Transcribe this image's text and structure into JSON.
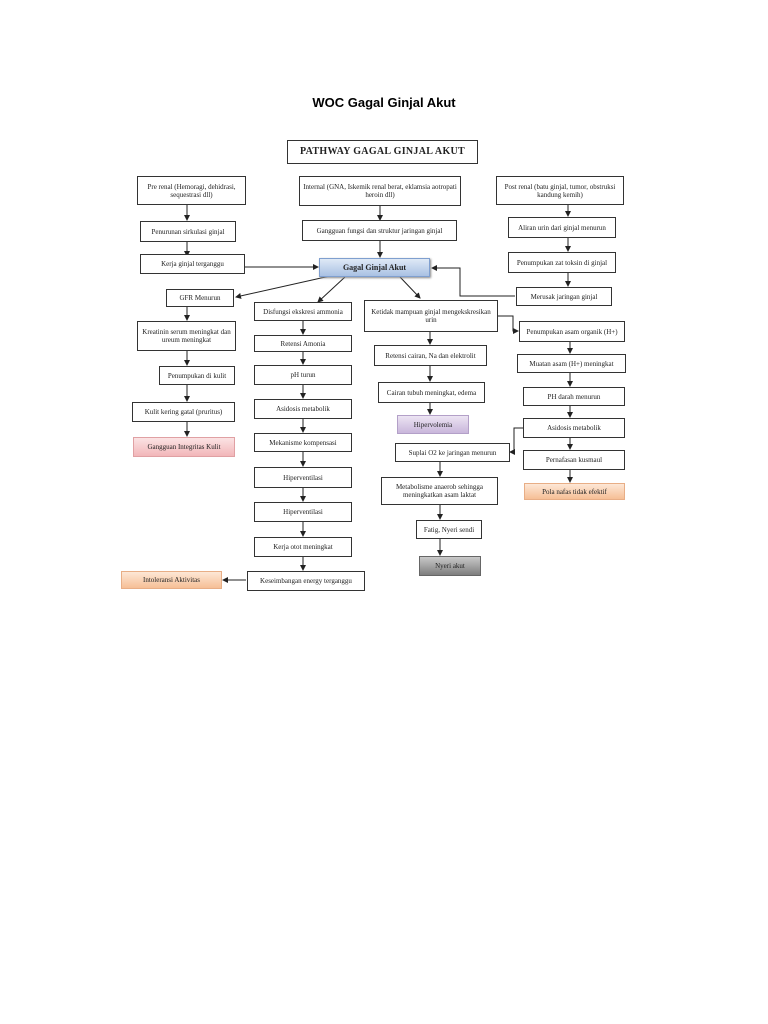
{
  "title": "WOC Gagal Ginjal Akut",
  "pathway_header": "PATHWAY GAGAL GINJAL AKUT",
  "nodes": {
    "pre_renal": "Pre renal (Hemoragi, dehidrasi, sequestrasi dll)",
    "internal": "Internal (GNA, Iskemik renal berat, eklamsia aotropati heroin dll)",
    "post_renal": "Post renal (batu ginjal, tumor, obstruksi kandung kemih)",
    "penurunan_sirkulasi": "Penurunan sirkulasi ginjal",
    "gangguan_fungsi": "Gangguan fungsi dan struktur jaringan ginjal",
    "aliran_urin": "Aliran urin dari ginjal menurun",
    "kerja_ginjal": "Kerja ginjal terganggu",
    "gagal_ginjal_akut": "Gagal Ginjal Akut",
    "penumpukan_zat": "Penumpukan zat toksin di ginjal",
    "merusak_jaringan": "Merusak jaringan ginjal",
    "gfr_menurun": "GFR Menurun",
    "disfungsi_ekskresi": "Disfungsi ekskresi ammonia",
    "ketidak_mampuan": "Ketidak mampuan ginjal mengekskresikan urin",
    "penumpukan_asam": "Penumpukan asam organik (H+)",
    "kreatinin": "Kreatinin serum meningkat dan ureum meningkat",
    "retensi_amonia": "Retensi Amonia",
    "retensi_cairan": "Retensi cairan, Na dan elektrolit",
    "muatan_asam": "Muatan asam (H+) meningkat",
    "penumpukan_kulit": "Penumpukan di kulit",
    "ph_turun": "pH turun",
    "cairan_tubuh": "Cairan tubuh meningkat, edema",
    "ph_darah": "PH darah menurun",
    "kulit_kering": "Kulit kering gatal (pruritus)",
    "asidosis_metabolik_1": "Asidosis metabolik",
    "hipervolemia": "Hipervolemia",
    "asidosis_metabolik_2": "Asidosis metabolik",
    "gangguan_integritas": "Gangguan Integritas Kulit",
    "mekanisme_kompensasi": "Mekanisme kompensasi",
    "suplai_o2": "Suplai O2 ke jaringan menurun",
    "pernafasan_kusmaul": "Pernafasan kusmaul",
    "hiperventilasi_1": "Hiperventilasi",
    "metabolisme_anaerob": "Metabolisme anaerob sehingga meningkatkan asam laktat",
    "pola_nafas": "Pola nafas tidak efektif",
    "hiperventilasi_2": "Hiperventilasi",
    "fatig_nyeri": "Fatig, Nyeri sendi",
    "kerja_otot": "Kerja otot meningkat",
    "nyeri_akut": "Nyeri akut",
    "intoleransi": "Intoleransi Aktivitas",
    "keseimbangan": "Keseimbangan energy terganggu"
  }
}
